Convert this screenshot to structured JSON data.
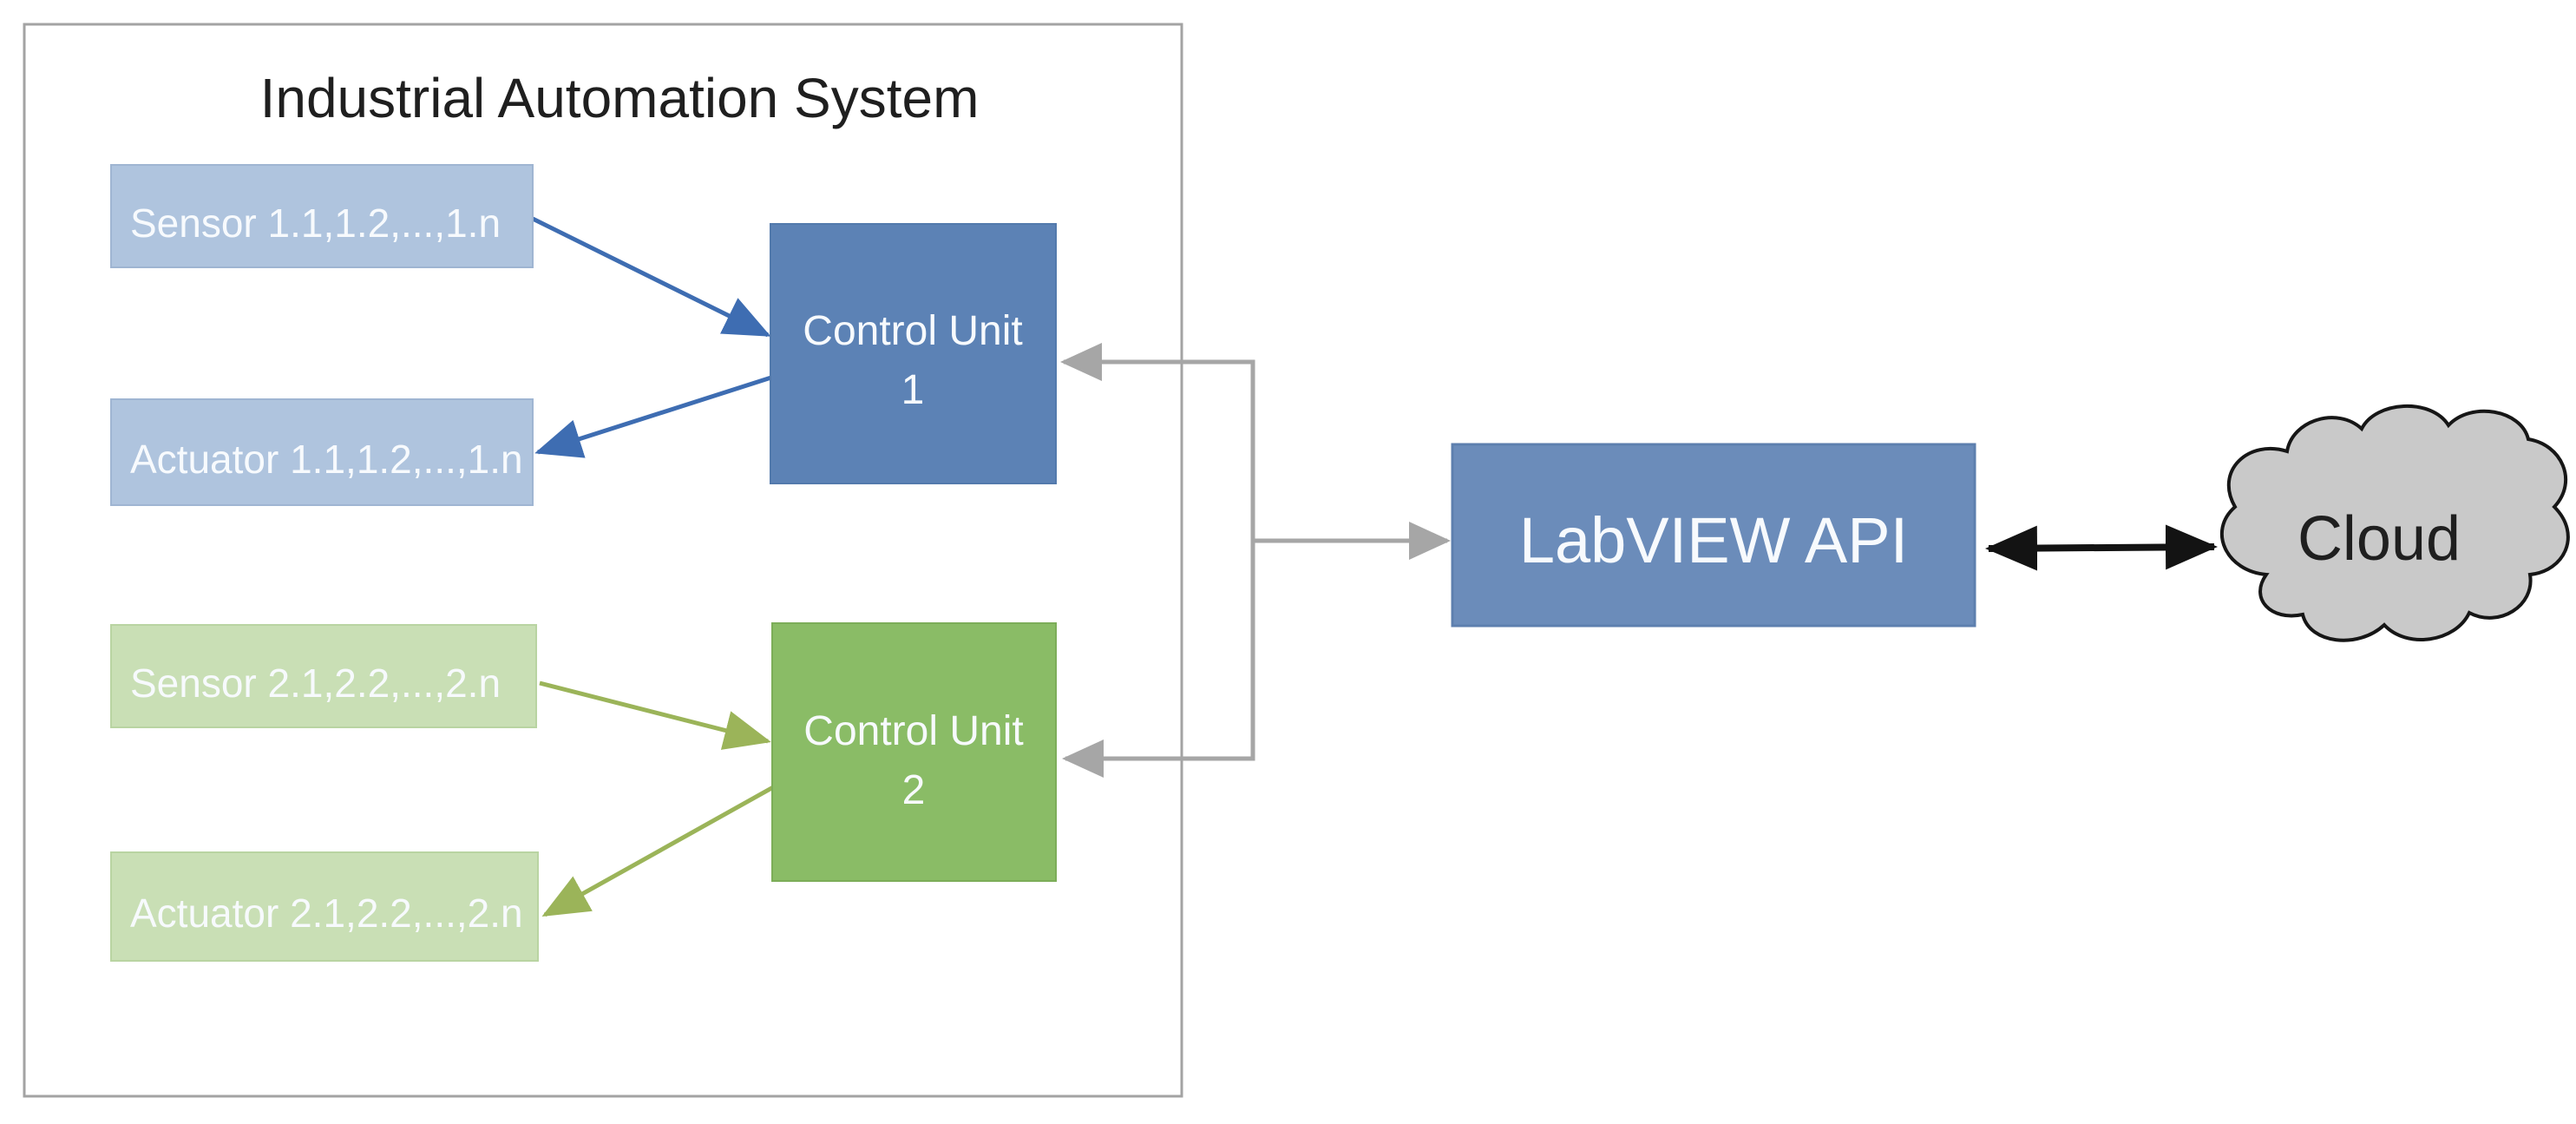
{
  "title": "Industrial Automation System",
  "unit1": {
    "sensor_label": "Sensor 1.1,1.2,...,1.n",
    "actuator_label": "Actuator 1.1,1.2,...,1.n",
    "control_label": "Control Unit",
    "control_number": "1"
  },
  "unit2": {
    "sensor_label": "Sensor 2.1,2.2,...,2.n",
    "actuator_label": "Actuator 2.1,2.2,...,2.n",
    "control_label": "Control Unit",
    "control_number": "2"
  },
  "api_label": "LabVIEW API",
  "cloud_label": "Cloud",
  "colors": {
    "sensor_actuator_blue": "#AFC4DE",
    "control_blue": "#5C82B5",
    "sensor_actuator_green": "#C9DFB5",
    "control_green": "#8ABC66",
    "api_blue": "#6B8CBA",
    "arrow_blue": "#3E6DB2",
    "arrow_green": "#9BB459",
    "connector_gray": "#A6A6A6",
    "cloud_gray": "#C9C9C9",
    "arrow_black": "#131313",
    "frame_gray": "#A3A3A3",
    "text_white": "#F7FAFD",
    "text_dark": "#1F1F1F"
  }
}
